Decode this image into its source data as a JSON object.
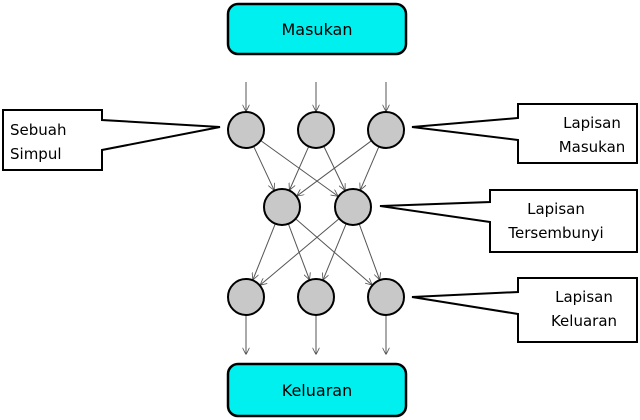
{
  "input_box": {
    "label": "Masukan"
  },
  "output_box": {
    "label": "Keluaran"
  },
  "callouts": {
    "node": {
      "line1": "Sebuah",
      "line2": "Simpul"
    },
    "input_layer": {
      "line1": "Lapisan",
      "line2": "Masukan"
    },
    "hidden_layer": {
      "line1": "Lapisan",
      "line2": "Tersembunyi"
    },
    "output_layer": {
      "line1": "Lapisan",
      "line2": "Keluaran"
    }
  },
  "colors": {
    "io_box_fill": "#00f0f0",
    "node_fill": "#c8c8c8",
    "edge": "#555555"
  },
  "network": {
    "layers": [
      3,
      2,
      3
    ]
  }
}
